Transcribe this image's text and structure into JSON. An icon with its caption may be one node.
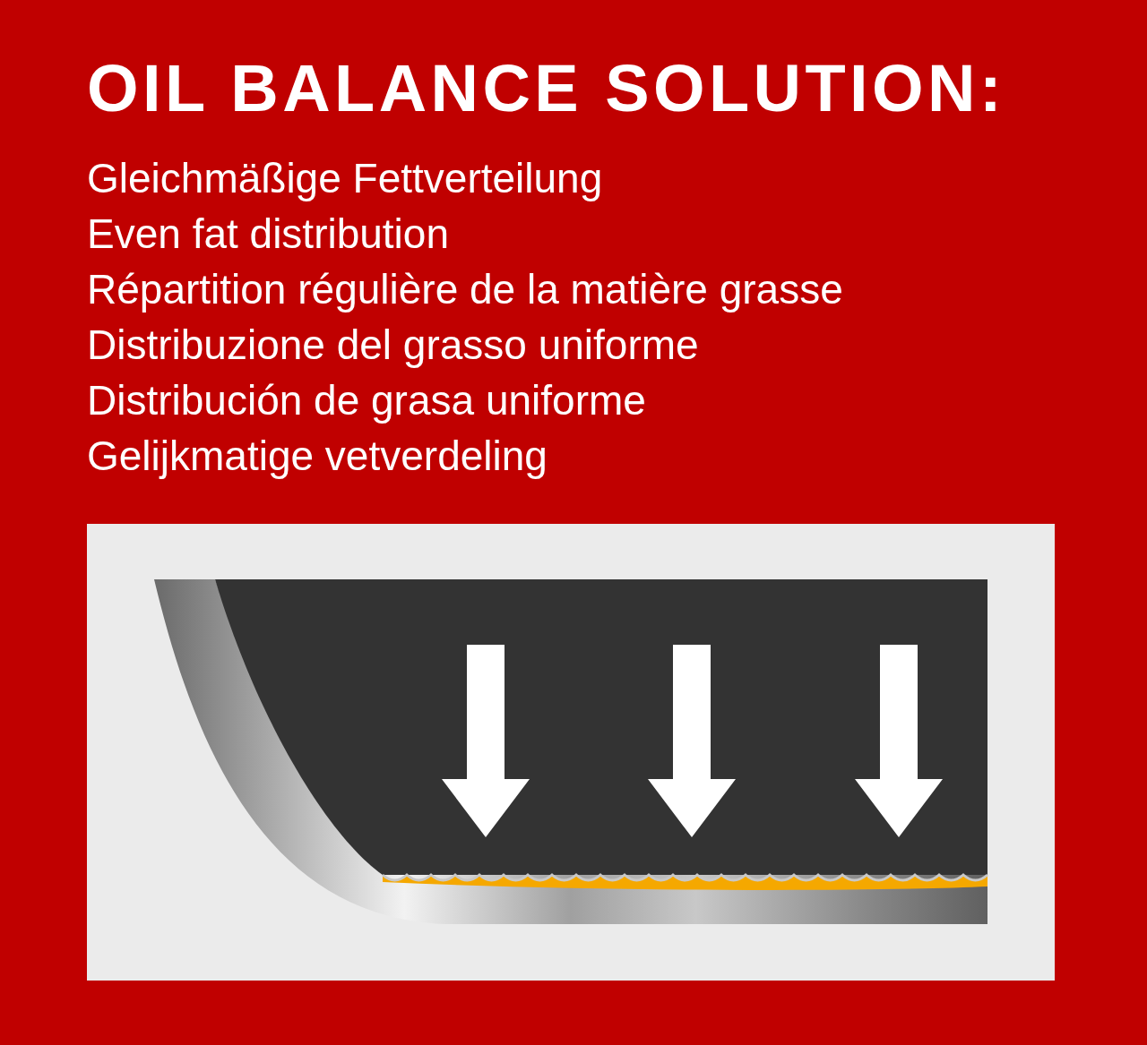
{
  "diagram": {
    "title": "OIL BALANCE SOLUTION:",
    "labels": [
      "Gleichmäßige Fettverteilung",
      "Even fat distribution",
      "Répartition régulière de la matière grasse",
      "Distribuzione del grasso uniforme",
      "Distribución de grasa uniforme",
      "Gelijkmatige vetverdeling"
    ]
  }
}
